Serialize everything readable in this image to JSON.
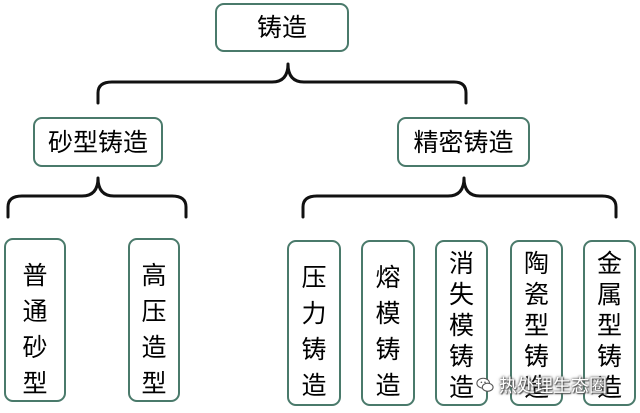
{
  "diagram": {
    "root": {
      "label": "铸造"
    },
    "level1": [
      {
        "label": "砂型铸造"
      },
      {
        "label": "精密铸造"
      }
    ],
    "sand_children": [
      {
        "label": "普通砂型"
      },
      {
        "label": "高压造型"
      }
    ],
    "precision_children": [
      {
        "label": "压力铸造"
      },
      {
        "label": "熔模铸造"
      },
      {
        "label": "消失模铸造"
      },
      {
        "label": "陶瓷型铸造"
      },
      {
        "label": "金属型铸造"
      }
    ],
    "connector_color": "#111111",
    "box_border_color": "#4a7a6b"
  },
  "watermark": {
    "text": "热处理生态圈",
    "icon": "wechat-chat-icon"
  }
}
